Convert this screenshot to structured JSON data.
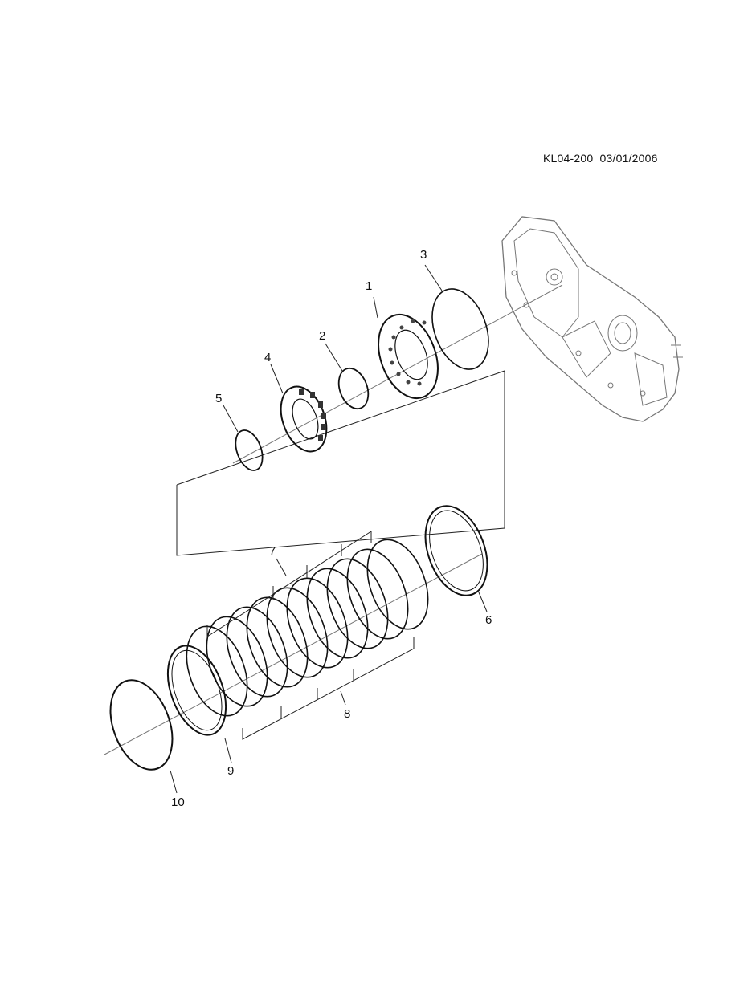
{
  "header": {
    "code": "KL04-200",
    "date": "03/01/2006"
  },
  "callouts": [
    "1",
    "2",
    "3",
    "4",
    "5",
    "6",
    "7",
    "8",
    "9",
    "10"
  ]
}
